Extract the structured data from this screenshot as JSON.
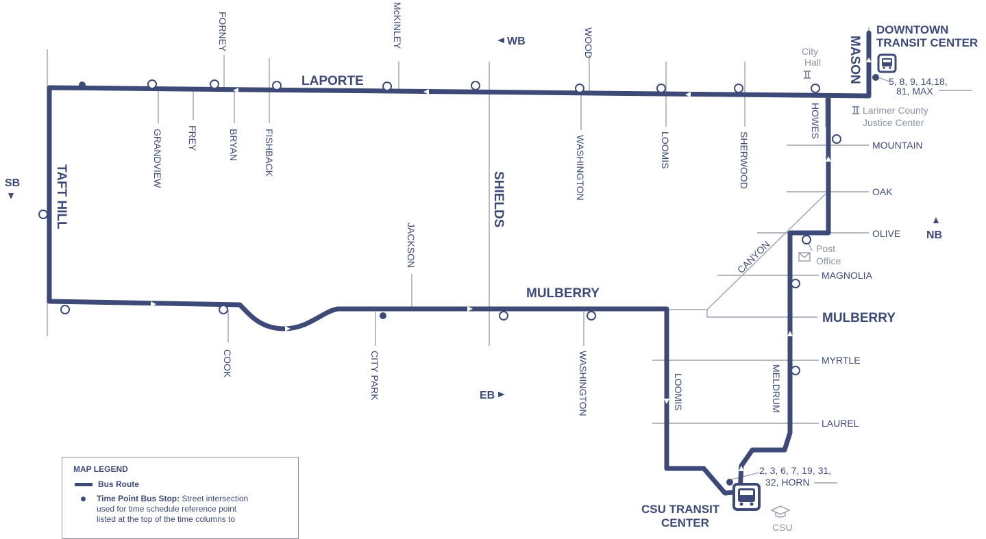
{
  "colors": {
    "route": "#3d4a78",
    "street": "#9aa0ad",
    "landmark": "#8c93a3"
  },
  "streets": {
    "laporte": "LAPORTE",
    "mulberry_route": "MULBERRY",
    "mulberry_east": "MULBERRY",
    "taft_hill": "TAFT HILL",
    "shields": "SHIELDS",
    "mason": "MASON",
    "forney": "FORNEY",
    "mckinley": "McKINLEY",
    "wood": "WOOD",
    "grandview": "GRANDVIEW",
    "frey": "FREY",
    "bryan": "BRYAN",
    "fishback": "FISHBACK",
    "washington_north": "WASHINGTON",
    "loomis_north": "LOOMIS",
    "sherwood": "SHERWOOD",
    "howes": "HOWES",
    "mountain": "MOUNTAIN",
    "oak": "OAK",
    "olive": "OLIVE",
    "magnolia": "MAGNOLIA",
    "myrtle": "MYRTLE",
    "laurel": "LAUREL",
    "canyon": "CANYON",
    "jackson": "JACKSON",
    "cook": "COOK",
    "city_park": "CITY PARK",
    "washington_south": "WASHINGTON",
    "loomis_south": "LOOMIS",
    "meldrum": "MELDRUM"
  },
  "directions": {
    "wb": "WB",
    "eb": "EB",
    "sb": "SB",
    "nb": "NB"
  },
  "landmarks": {
    "city_hall_1": "City",
    "city_hall_2": "Hall",
    "justice_1": "Larimer County",
    "justice_2": "Justice Center",
    "post_office_1": "Post",
    "post_office_2": "Office",
    "csu": "CSU"
  },
  "transit_centers": {
    "downtown_1": "DOWNTOWN",
    "downtown_2": "TRANSIT CENTER",
    "downtown_routes_1": "5, 8, 9, 14,18,",
    "downtown_routes_2": "81, MAX",
    "csu_1": "CSU TRANSIT",
    "csu_2": "CENTER",
    "csu_routes_1": "2, 3, 6, 7, 19, 31,",
    "csu_routes_2": "32, HORN"
  },
  "legend": {
    "title": "MAP LEGEND",
    "bus_route": "Bus Route",
    "time_point_title": "Time Point Bus Stop:",
    "time_point_desc_1": " Street intersection",
    "time_point_desc_2": "used for time schedule reference point",
    "time_point_desc_3": "listed at the top of the time columns to"
  }
}
